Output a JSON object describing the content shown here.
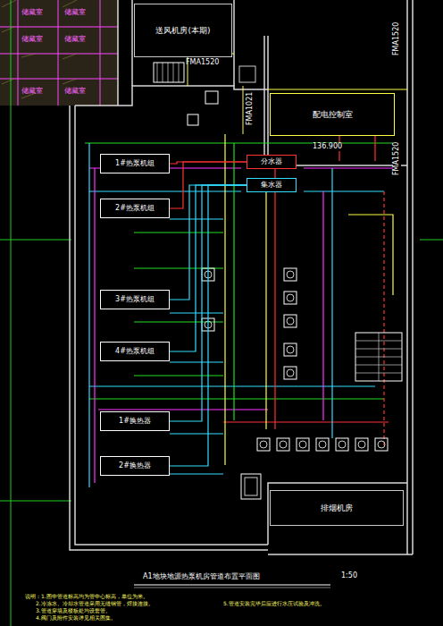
{
  "diagram": {
    "title": "A1地块地源热泵机房管道布置平面图",
    "nodes": [
      {
        "text": [
          "送风机房(本期)"
        ]
      },
      {
        "text": [
          "配电控制室"
        ]
      },
      {
        "text": [
          "排烟机房"
        ]
      },
      {
        "text": [
          "1#热泵机组"
        ]
      },
      {
        "text": [
          "2#热泵机组"
        ]
      },
      {
        "text": [
          "3#热泵机组"
        ]
      },
      {
        "text": [
          "4#热泵机组"
        ]
      },
      {
        "text": [
          "1#换热器"
        ]
      },
      {
        "text": [
          "2#换热器"
        ]
      },
      {
        "text": [
          "分水器"
        ]
      },
      {
        "text": [
          "集水器"
        ]
      }
    ],
    "edges": [
      {
        "from": 3,
        "to": 9,
        "arrow": "none"
      },
      {
        "from": 4,
        "to": 9,
        "arrow": "none"
      },
      {
        "from": 5,
        "to": 10,
        "arrow": "none"
      },
      {
        "from": 6,
        "to": 10,
        "arrow": "none"
      },
      {
        "from": 7,
        "to": 10,
        "arrow": "none"
      },
      {
        "from": 8,
        "to": 10,
        "arrow": "none"
      }
    ],
    "labels": [
      "储藏室",
      "储藏室",
      "储藏室",
      "储藏室",
      "储藏室",
      "储藏室",
      "FMA1520",
      "FMA1021",
      "FMA1520",
      "FMA1520",
      "136.900",
      "1:50",
      "说明：1.图中管道标高均为管中心标高，单位为米。",
      "2.冷冻水、冷却水管道采用无缝钢管，焊接连接。",
      "3.管道穿墙及楼板处均设套管。",
      "4.阀门及附件安装详见相关图集。",
      "5.管道安装完毕后应进行水压试验及冲洗。"
    ]
  }
}
